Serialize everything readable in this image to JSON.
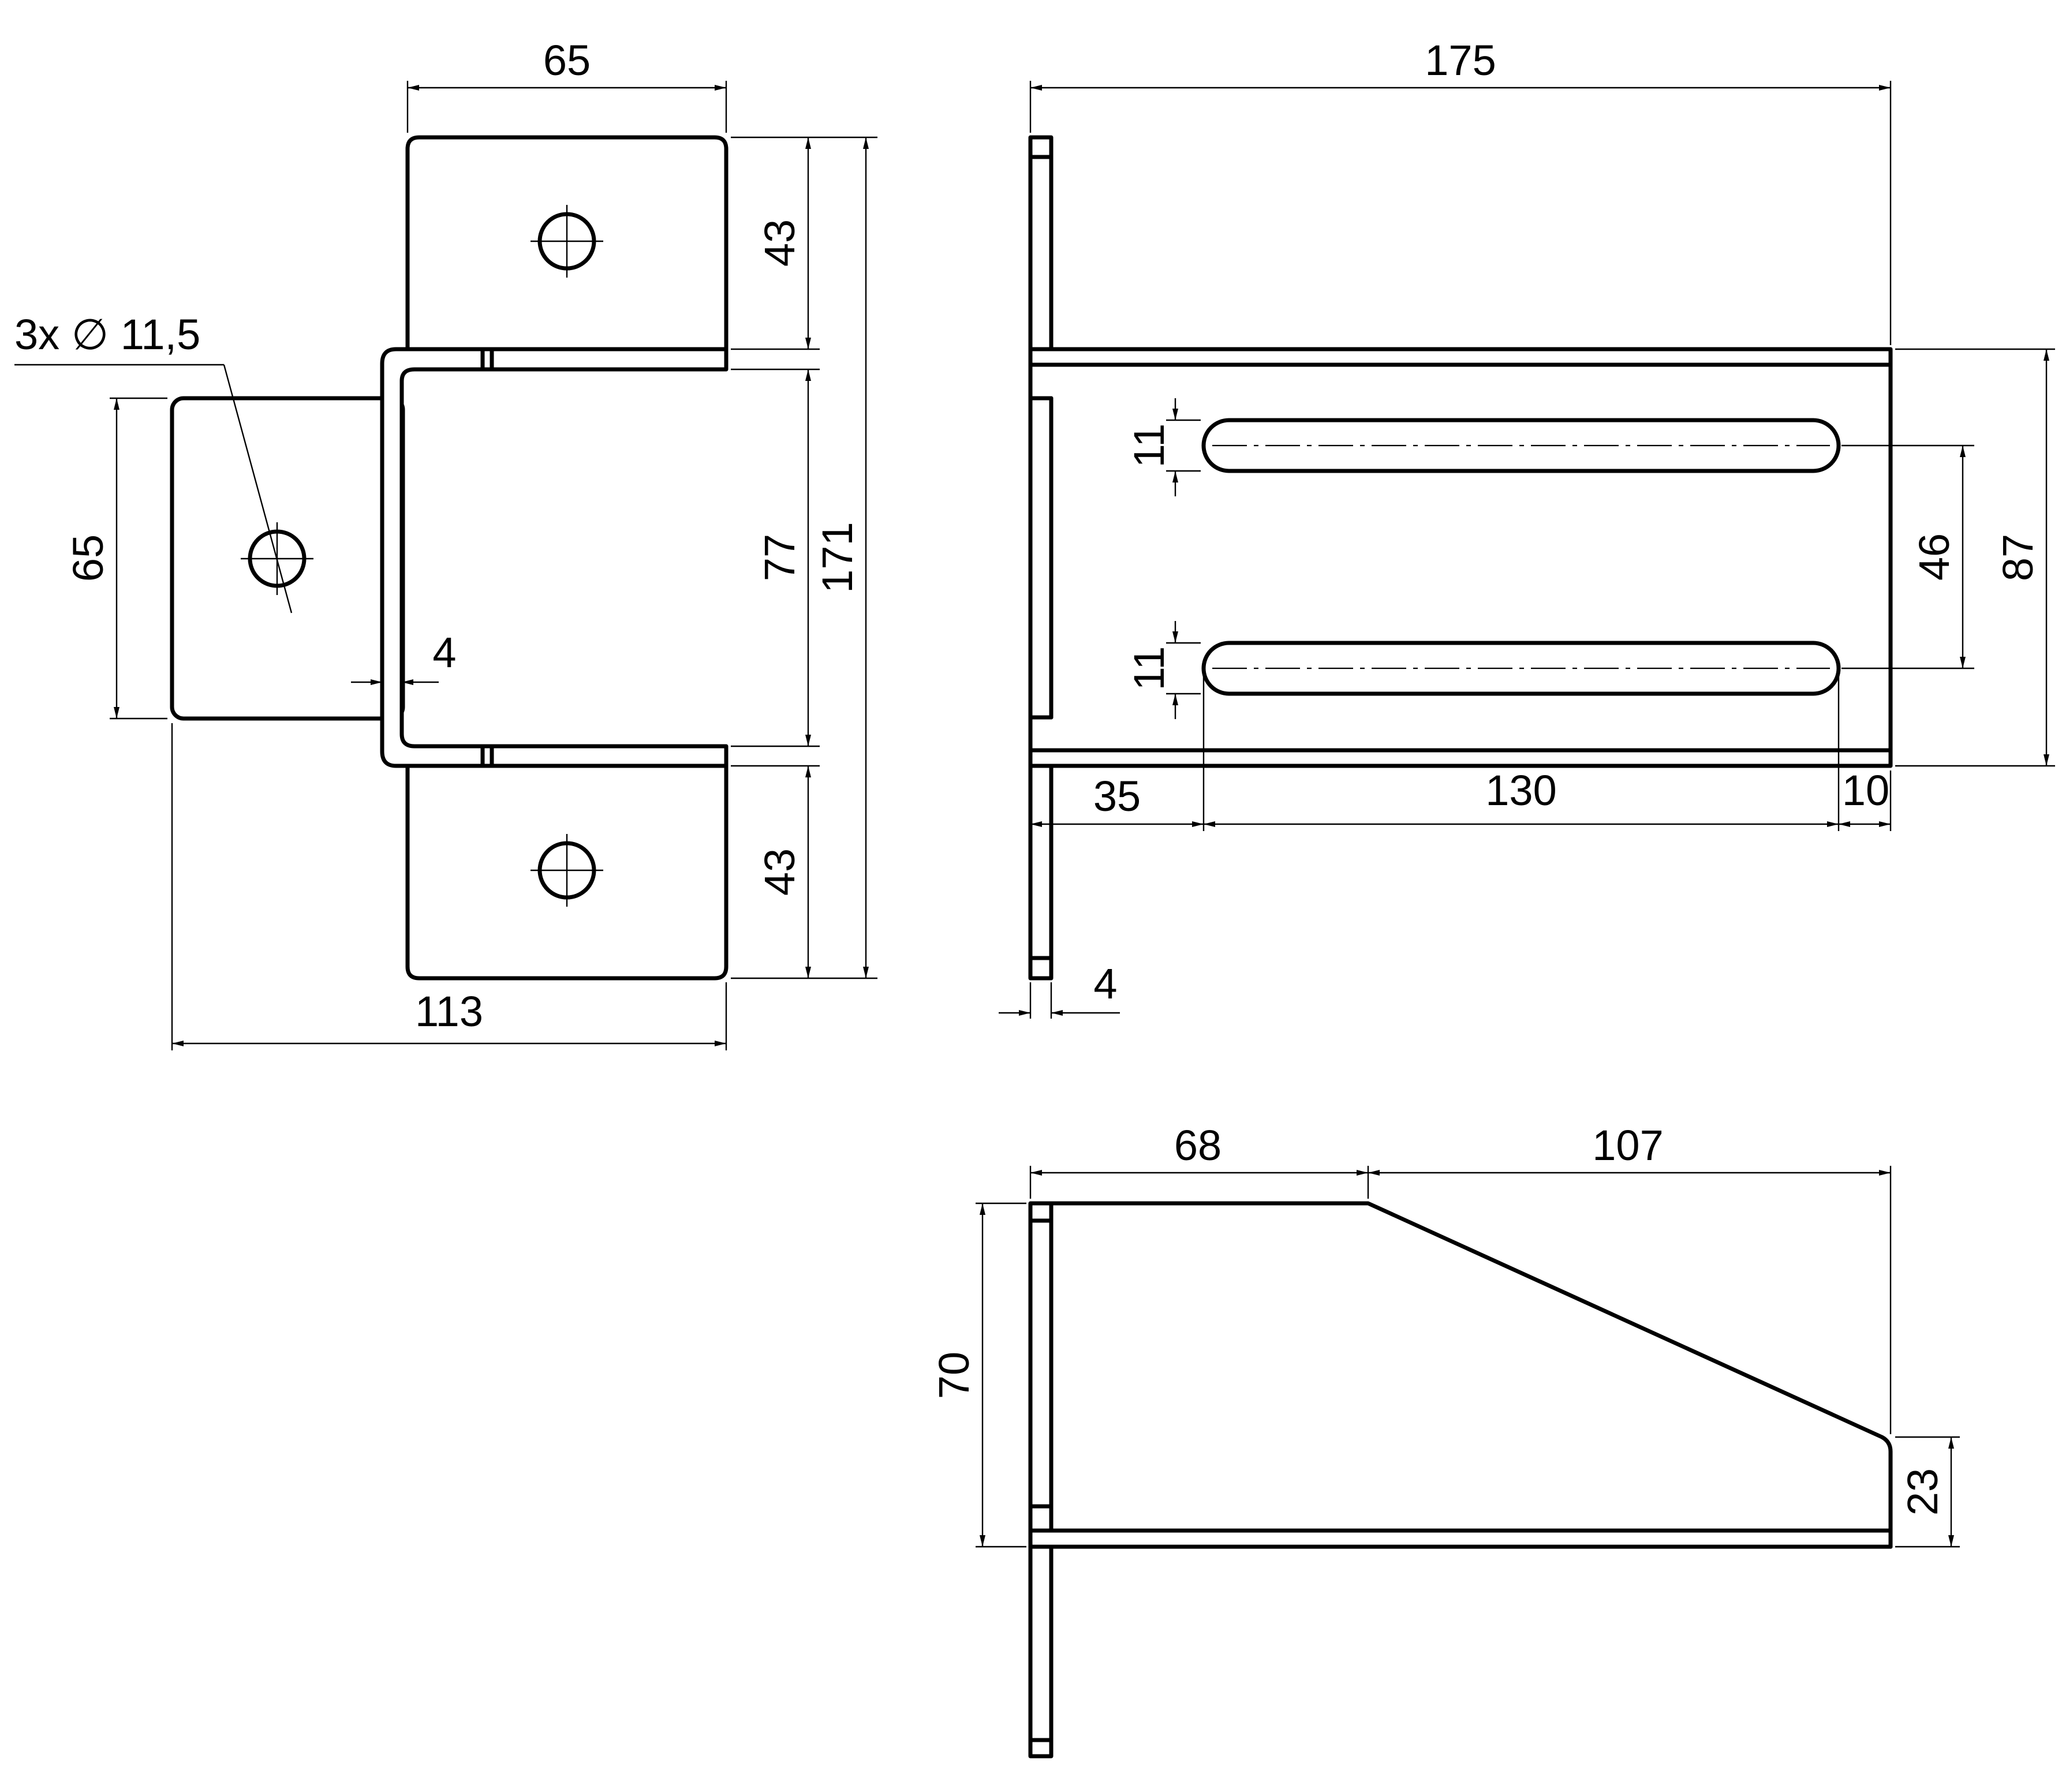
{
  "front_view": {
    "dims": {
      "top_width": "65",
      "upper_tab": "43",
      "inner_opening": "77",
      "total_height": "171",
      "lower_tab": "43",
      "left_tab_height": "65",
      "thickness": "4",
      "total_width": "113"
    },
    "hole_callout": "3x ∅ 11,5"
  },
  "top_view": {
    "dims": {
      "length": "175",
      "slot_width_upper": "11",
      "slot_width_lower": "11",
      "slot_spacing": "46",
      "flange_height": "87",
      "slot_offset": "35",
      "slot_length": "130",
      "end_gap": "10",
      "plate_thickness": "4"
    }
  },
  "side_view": {
    "dims": {
      "top_flat": "68",
      "taper_length": "107",
      "height": "70",
      "end_height": "23"
    }
  }
}
